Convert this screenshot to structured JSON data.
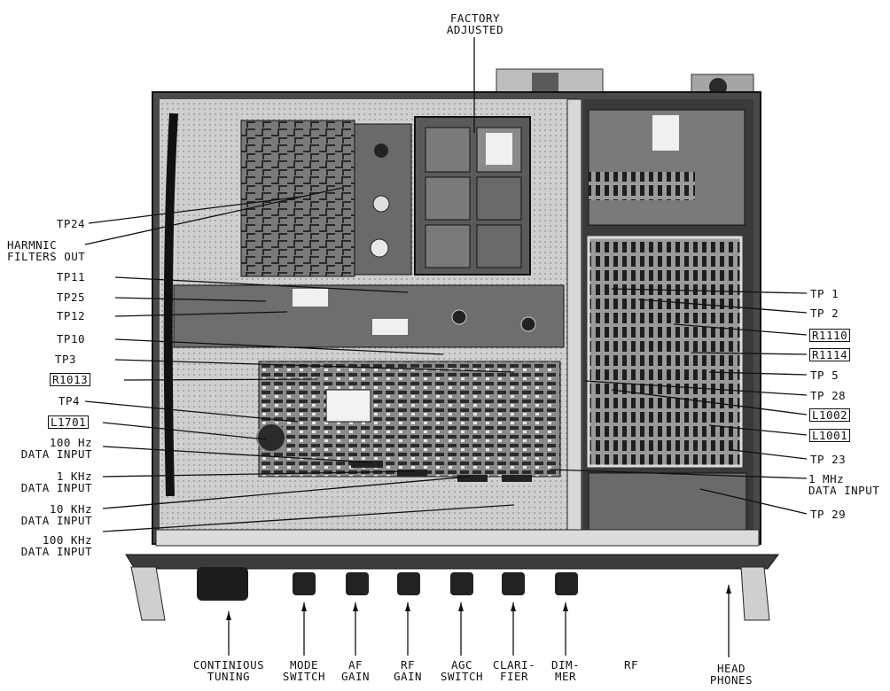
{
  "top": {
    "factory_adjusted": "FACTORY\nADJUSTED"
  },
  "left_labels": {
    "tp24": "TP24",
    "harmnic": "HARMNIC\nFILTERS OUT",
    "tp11": "TP11",
    "tp25": "TP25",
    "tp12": "TP12",
    "tp10": "TP10",
    "tp3": "TP3",
    "r1013": "R1013",
    "tp4": "TP4",
    "l1701": "L1701",
    "hz100": "100 Hz\nDATA INPUT",
    "khz1": "1 KHz\nDATA INPUT",
    "khz10": "10 KHz\nDATA INPUT",
    "khz100": "100 KHz\nDATA INPUT"
  },
  "right_labels": {
    "tp1": "TP 1",
    "tp2": "TP 2",
    "r1110": "R1110",
    "r1114": "R1114",
    "tp5": "TP 5",
    "tp28": "TP 28",
    "l1002": "L1002",
    "l1001": "L1001",
    "tp23": "TP 23",
    "mhz1": "1 MHz\nDATA INPUT",
    "tp29": "TP 29"
  },
  "bottom_labels": {
    "tuning": "CONTINIOUS\nTUNING",
    "mode": "MODE\nSWITCH",
    "af": "AF\nGAIN",
    "rf_gain": "RF\nGAIN",
    "agc": "AGC\nSWITCH",
    "clarifier": "CLARI-\nFIER",
    "dimmer": "DIM-\nMER",
    "rf": "RF",
    "phones": "HEAD\nPHONES"
  }
}
